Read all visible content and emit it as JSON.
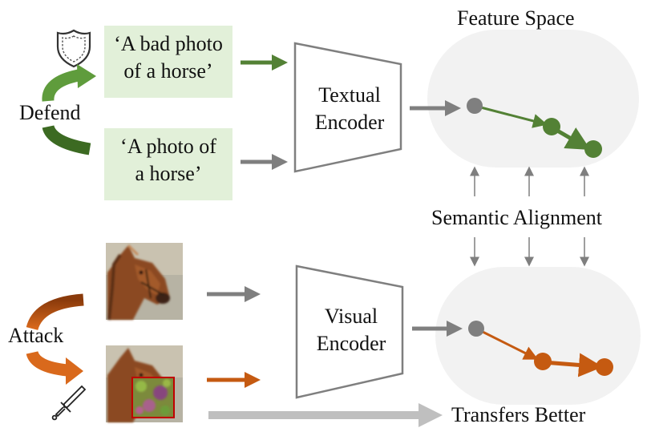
{
  "feature_space_label": "Feature Space",
  "defend_label": "Defend",
  "attack_label": "Attack",
  "bad_prompt": {
    "line1": "‘A bad photo",
    "line2": "of a horse’"
  },
  "clean_prompt": {
    "line1": "‘A photo of",
    "line2": "a horse’"
  },
  "textual_encoder": {
    "line1": "Textual",
    "line2": "Encoder"
  },
  "visual_encoder": {
    "line1": "Visual",
    "line2": "Encoder"
  },
  "semantic_alignment_label": "Semantic Alignment",
  "transfers_label": "Transfers Better",
  "icons": {
    "defend": "shield-icon",
    "attack": "sword-icon"
  },
  "colors": {
    "defend_green": "#538135",
    "attack_orange": "#c55a11",
    "gray_arrow": "#7f7f7f",
    "prompt_bg": "#e2f0d9",
    "feature_space_bg": "#f2f2f2",
    "transfer_arrow": "#bfbfbf"
  }
}
